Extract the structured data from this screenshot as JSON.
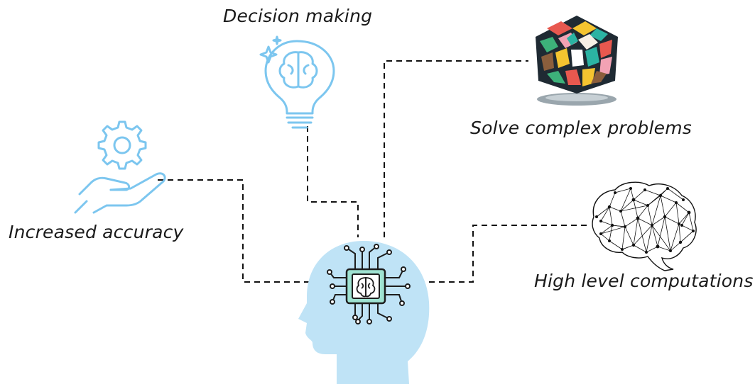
{
  "labels": {
    "decision_making": "Decision making",
    "solve_complex_problems": "Solve complex problems",
    "increased_accuracy": "Increased accuracy",
    "high_level_computations": "High level computations"
  },
  "colors": {
    "accent_light_blue": "#a9d8f2",
    "icon_blue": "#7cc6ef",
    "head_fill": "#bfe3f6",
    "chip_fill": "#9fe3d2",
    "line_color": "#111111"
  },
  "icons": {
    "center": "head-with-ai-chip-icon",
    "decision": "lightbulb-brain-icon",
    "solve": "puzzle-cube-icon",
    "accuracy": "gear-in-hand-icon",
    "high_level": "network-brain-icon"
  }
}
